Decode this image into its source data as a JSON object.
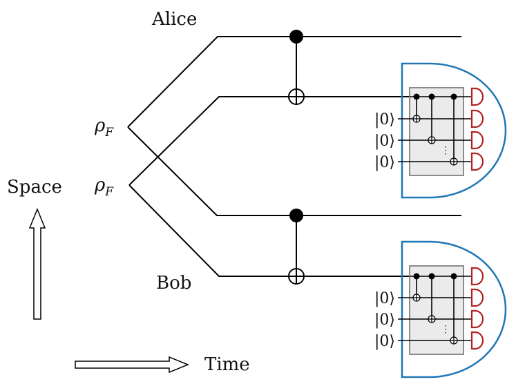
{
  "labels": {
    "alice": "Alice",
    "bob": "Bob",
    "space": "Space",
    "time": "Time",
    "rho_top": "ρ",
    "rho_top_sub": "F",
    "rho_bottom": "ρ",
    "rho_bottom_sub": "F"
  },
  "ancilla_label": "|0⟩",
  "dots": "⋮",
  "colors": {
    "detector_dome": "#1f77b4",
    "detector": "#b22222",
    "gate_box_fill": "#ebebeb",
    "gate_box_stroke": "#8c8c8c",
    "wire": "#000000"
  }
}
